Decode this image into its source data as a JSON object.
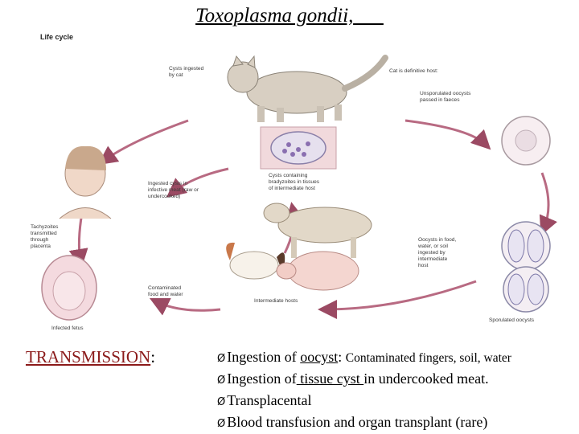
{
  "title": "Toxoplasma gondii,",
  "diagram": {
    "heading": "Life cycle",
    "labels": {
      "cysts_ingested": [
        "Cysts ingested",
        "by cat"
      ],
      "cat_host": [
        "Cat is definitive host:"
      ],
      "unsporulated": [
        "Unsporulated oocysts",
        "passed in faeces"
      ],
      "ingested_cysts_meat": [
        "Ingested cysts in",
        "infective meat (raw or",
        "undercooked)"
      ],
      "cysts_tissues": [
        "Cysts containing",
        "bradyzoites in tissues",
        "of intermediate host"
      ],
      "tachyzoites": [
        "Tachyzoites",
        "transmitted",
        "through",
        "placenta"
      ],
      "oocysts_food": [
        "Oocysts in food,",
        "water, or soil",
        "ingested by",
        "intermediate",
        "host"
      ],
      "contaminated_food": [
        "Contaminated",
        "food and water"
      ],
      "intermediate_hosts": [
        "Intermediate hosts"
      ],
      "sporulated": [
        "Sporulated oocysts"
      ],
      "infected_fetus": [
        "Infected fetus"
      ]
    }
  },
  "transmission": {
    "label": "TRANSMISSION",
    "colon": ":"
  },
  "bullets": {
    "arrow": "Ø",
    "b1": {
      "pre": "Ingestion of ",
      "u": "oocyst",
      "mid": ": ",
      "small": "Contaminated fingers,  soil, water"
    },
    "b2": {
      "pre": "Ingestion of",
      "u": " tissue cyst ",
      "post": "in undercooked meat."
    },
    "b3": {
      "text": "Transplacental"
    },
    "b4": {
      "text": "Blood transfusion and organ transplant (rare)"
    }
  }
}
